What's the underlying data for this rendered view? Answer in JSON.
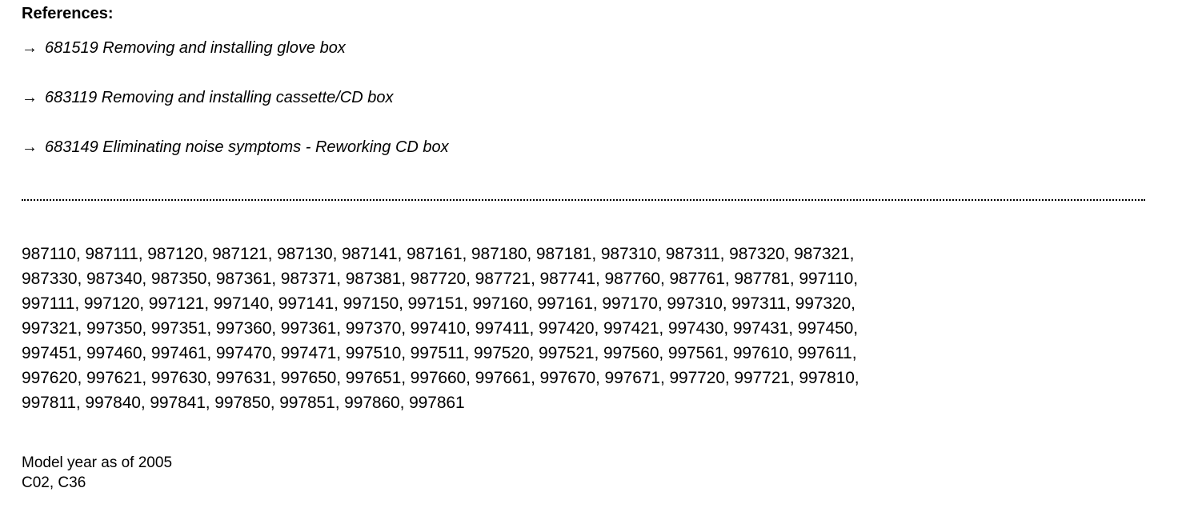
{
  "document": {
    "heading": "References:",
    "arrow_glyph": "→",
    "references": [
      {
        "number": "681519",
        "text": "Removing and installing glove box",
        "full": "681519 Removing and installing glove box"
      },
      {
        "number": "683119",
        "text": "Removing and installing cassette/CD box",
        "full": "683119 Removing and installing cassette/CD box"
      },
      {
        "number": "683149",
        "text": "Eliminating noise symptoms - Reworking CD box",
        "full": "683149 Eliminating noise symptoms - Reworking CD box"
      }
    ],
    "part_numbers_lines": [
      "987110, 987111, 987120, 987121, 987130, 987141, 987161, 987180, 987181, 987310, 987311, 987320, 987321,",
      "987330, 987340, 987350, 987361, 987371, 987381, 987720, 987721, 987741, 987760, 987761, 987781, 997110,",
      "997111, 997120, 997121, 997140, 997141, 997150, 997151, 997160, 997161, 997170, 997310, 997311, 997320,",
      "997321, 997350, 997351, 997360, 997361, 997370, 997410, 997411, 997420, 997421, 997430, 997431, 997450,",
      "997451, 997460, 997461, 997470, 997471, 997510, 997511, 997520, 997521, 997560, 997561, 997610, 997611,",
      "997620, 997621, 997630, 997631, 997650, 997651, 997660, 997661, 997670, 997671, 997720, 997721, 997810,",
      "997811, 997840, 997841, 997850, 997851, 997860, 997861"
    ],
    "footer": {
      "model_year": "Model year as of 2005",
      "codes": "C02, C36"
    },
    "colors": {
      "background": "#ffffff",
      "text": "#000000",
      "divider": "#000000"
    }
  }
}
